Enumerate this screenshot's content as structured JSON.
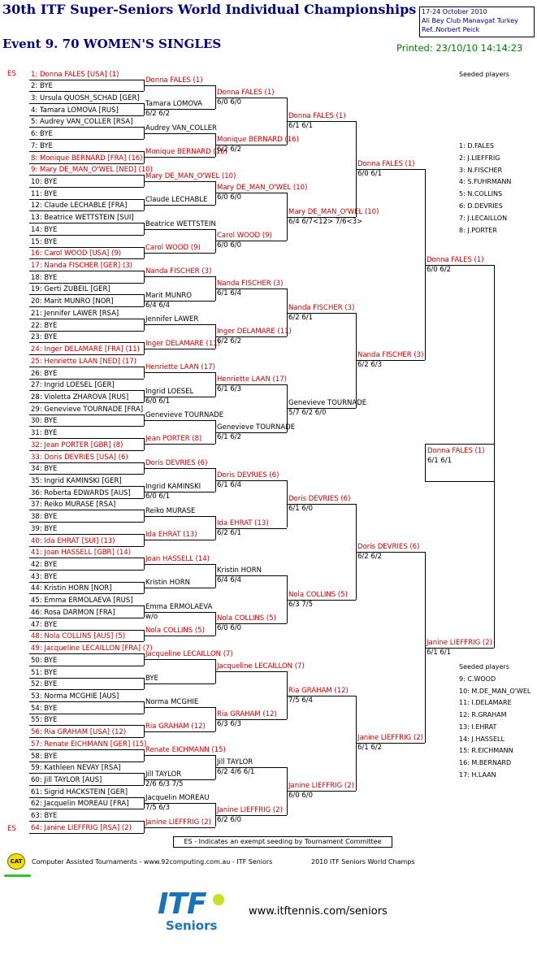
{
  "header": {
    "title": "30th ITF Super-Seniors World Individual Championships",
    "event": "Event 9. 70 WOMEN'S SINGLES",
    "info": [
      "17-24 October 2010",
      "Ali Bey Club Manavgat   Turkey",
      "Ref..Norbert Peick"
    ],
    "printed": "Printed: 23/10/10 14:14:23"
  },
  "exempt_marks": [
    "ES",
    "ES"
  ],
  "round1": [
    {
      "text": "1: Donna FALES [USA] (1)",
      "red": true
    },
    {
      "text": "2: BYE",
      "red": false
    },
    {
      "text": "3: Ursula QUOSH_SCHAD [GER]",
      "red": false
    },
    {
      "text": "4: Tamara LOMOVA [RUS]",
      "red": false
    },
    {
      "text": "5: Audrey VAN_COLLER [RSA]",
      "red": false
    },
    {
      "text": "6: BYE",
      "red": false
    },
    {
      "text": "7: BYE",
      "red": false
    },
    {
      "text": "8: Monique BERNARD [FRA] (16)",
      "red": true
    },
    {
      "text": "9: Mary DE_MAN_O'WEL [NED] (10)",
      "red": true
    },
    {
      "text": "10: BYE",
      "red": false
    },
    {
      "text": "11: BYE",
      "red": false
    },
    {
      "text": "12: Claude LECHABLE [FRA]",
      "red": false
    },
    {
      "text": "13: Beatrice WETTSTEIN [SUI]",
      "red": false
    },
    {
      "text": "14: BYE",
      "red": false
    },
    {
      "text": "15: BYE",
      "red": false
    },
    {
      "text": "16: Carol WOOD [USA] (9)",
      "red": true
    },
    {
      "text": "17: Nanda FISCHER [GER] (3)",
      "red": true
    },
    {
      "text": "18: BYE",
      "red": false
    },
    {
      "text": "19: Gerti ZUBEIL [GER]",
      "red": false
    },
    {
      "text": "20: Marit MUNRO [NOR]",
      "red": false
    },
    {
      "text": "21: Jennifer LAWER [RSA]",
      "red": false
    },
    {
      "text": "22: BYE",
      "red": false
    },
    {
      "text": "23: BYE",
      "red": false
    },
    {
      "text": "24: Inger DELAMARE [FRA] (11)",
      "red": true
    },
    {
      "text": "25: Henriette LAAN [NED] (17)",
      "red": true
    },
    {
      "text": "26: BYE",
      "red": false
    },
    {
      "text": "27: Ingrid LOESEL [GER]",
      "red": false
    },
    {
      "text": "28: Violetta ZHAROVA [RUS]",
      "red": false
    },
    {
      "text": "29: Genevieve TOURNADE [FRA]",
      "red": false
    },
    {
      "text": "30: BYE",
      "red": false
    },
    {
      "text": "31: BYE",
      "red": false
    },
    {
      "text": "32: Jean PORTER [GBR] (8)",
      "red": true
    },
    {
      "text": "33: Doris DEVRIES [USA] (6)",
      "red": true
    },
    {
      "text": "34: BYE",
      "red": false
    },
    {
      "text": "35: Ingrid KAMINSKI [GER]",
      "red": false
    },
    {
      "text": "36: Roberta EDWARDS [AUS]",
      "red": false
    },
    {
      "text": "37: Reiko MURASE [RSA]",
      "red": false
    },
    {
      "text": "38: BYE",
      "red": false
    },
    {
      "text": "39: BYE",
      "red": false
    },
    {
      "text": "40: Ida EHRAT [SUI] (13)",
      "red": true
    },
    {
      "text": "41: Joan HASSELL [GBR] (14)",
      "red": true
    },
    {
      "text": "42: BYE",
      "red": false
    },
    {
      "text": "43: BYE",
      "red": false
    },
    {
      "text": "44: Kristin HORN [NOR]",
      "red": false
    },
    {
      "text": "45: Emma ERMOLAEVA [RUS]",
      "red": false
    },
    {
      "text": "46: Rosa DARMON [FRA]",
      "red": false
    },
    {
      "text": "47: BYE",
      "red": false
    },
    {
      "text": "48: Nola COLLINS [AUS] (5)",
      "red": true
    },
    {
      "text": "49: Jacqueline LECAILLON [FRA] (7)",
      "red": true
    },
    {
      "text": "50: BYE",
      "red": false
    },
    {
      "text": "51: BYE",
      "red": false
    },
    {
      "text": "52: BYE",
      "red": false
    },
    {
      "text": "53: Norma MCGHIE [AUS]",
      "red": false
    },
    {
      "text": "54: BYE",
      "red": false
    },
    {
      "text": "55: BYE",
      "red": false
    },
    {
      "text": "56: Ria GRAHAM [USA] (12)",
      "red": true
    },
    {
      "text": "57: Renate EICHMANN [GER] (15)",
      "red": true
    },
    {
      "text": "58: BYE",
      "red": false
    },
    {
      "text": "59: Kathleen NEVAY [RSA]",
      "red": false
    },
    {
      "text": "60: Jill TAYLOR [AUS]",
      "red": false
    },
    {
      "text": "61: Sigrid HACKSTEIN [GER]",
      "red": false
    },
    {
      "text": "62: Jacquelin MOREAU [FRA]",
      "red": false
    },
    {
      "text": "63: BYE",
      "red": false
    },
    {
      "text": "64: Janine LIEFFRIG [RSA] (2)",
      "red": true
    }
  ],
  "round2": [
    {
      "name": "Donna FALES (1)",
      "score": "",
      "red": true
    },
    {
      "name": "Tamara LOMOVA",
      "score": "6/2 6/2",
      "red": false
    },
    {
      "name": "Audrey VAN_COLLER",
      "score": "",
      "red": false
    },
    {
      "name": "Monique BERNARD (16)",
      "score": "",
      "red": true
    },
    {
      "name": "Mary DE_MAN_O'WEL (10)",
      "score": "",
      "red": true
    },
    {
      "name": "Claude LECHABLE",
      "score": "",
      "red": false
    },
    {
      "name": "Beatrice WETTSTEIN",
      "score": "",
      "red": false
    },
    {
      "name": "Carol WOOD (9)",
      "score": "",
      "red": true
    },
    {
      "name": "Nanda FISCHER (3)",
      "score": "",
      "red": true
    },
    {
      "name": "Marit MUNRO",
      "score": "6/4 6/4",
      "red": false
    },
    {
      "name": "Jennifer LAWER",
      "score": "",
      "red": false
    },
    {
      "name": "Inger DELAMARE (11)",
      "score": "",
      "red": true
    },
    {
      "name": "Henriette LAAN (17)",
      "score": "",
      "red": true
    },
    {
      "name": "Ingrid LOESEL",
      "score": "6/0 6/1",
      "red": false
    },
    {
      "name": "Genevieve TOURNADE",
      "score": "",
      "red": false
    },
    {
      "name": "Jean PORTER (8)",
      "score": "",
      "red": true
    },
    {
      "name": "Doris DEVRIES (6)",
      "score": "",
      "red": true
    },
    {
      "name": "Ingrid KAMINSKI",
      "score": "6/0 6/1",
      "red": false
    },
    {
      "name": "Reiko MURASE",
      "score": "",
      "red": false
    },
    {
      "name": "Ida EHRAT (13)",
      "score": "",
      "red": true
    },
    {
      "name": "Joan HASSELL (14)",
      "score": "",
      "red": true
    },
    {
      "name": "Kristin HORN",
      "score": "",
      "red": false
    },
    {
      "name": "Emma ERMOLAEVA",
      "score": "w/o",
      "red": false
    },
    {
      "name": "Nola COLLINS (5)",
      "score": "",
      "red": true
    },
    {
      "name": "Jacqueline LECAILLON (7)",
      "score": "",
      "red": true
    },
    {
      "name": "BYE",
      "score": "",
      "red": false
    },
    {
      "name": "Norma MCGHIE",
      "score": "",
      "red": false
    },
    {
      "name": "Ria GRAHAM (12)",
      "score": "",
      "red": true
    },
    {
      "name": "Renate EICHMANN (15)",
      "score": "",
      "red": true
    },
    {
      "name": "Jill TAYLOR",
      "score": "2/6 6/3 7/5",
      "red": false
    },
    {
      "name": "Jacquelin MOREAU",
      "score": "7/5 6/3",
      "red": false
    },
    {
      "name": "Janine LIEFFRIG (2)",
      "score": "",
      "red": true
    }
  ],
  "round3": [
    {
      "name": "Donna FALES (1)",
      "score": "6/0 6/0",
      "red": true
    },
    {
      "name": "Monique BERNARD (16)",
      "score": "6/2 6/2",
      "red": true
    },
    {
      "name": "Mary DE_MAN_O'WEL (10)",
      "score": "6/0 6/0",
      "red": true
    },
    {
      "name": "Carol WOOD (9)",
      "score": "6/0 6/0",
      "red": true
    },
    {
      "name": "Nanda FISCHER (3)",
      "score": "6/1 6/4",
      "red": true
    },
    {
      "name": "Inger DELAMARE (11)",
      "score": "6/2 6/2",
      "red": true
    },
    {
      "name": "Henriette LAAN (17)",
      "score": "6/1 6/3",
      "red": true
    },
    {
      "name": "Genevieve TOURNADE",
      "score": "6/1 6/2",
      "red": false
    },
    {
      "name": "Doris DEVRIES (6)",
      "score": "6/1 6/4",
      "red": true
    },
    {
      "name": "Ida EHRAT (13)",
      "score": "6/2 6/1",
      "red": true
    },
    {
      "name": "Kristin HORN",
      "score": "6/4 6/4",
      "red": false
    },
    {
      "name": "Nola COLLINS (5)",
      "score": "6/0 6/0",
      "red": true
    },
    {
      "name": "Jacqueline LECAILLON (7)",
      "score": "",
      "red": true
    },
    {
      "name": "Ria GRAHAM (12)",
      "score": "6/3 6/3",
      "red": true
    },
    {
      "name": "Jill TAYLOR",
      "score": "6/2 4/6 6/1",
      "red": false
    },
    {
      "name": "Janine LIEFFRIG (2)",
      "score": "6/2 6/0",
      "red": true
    }
  ],
  "round4": [
    {
      "name": "Donna FALES (1)",
      "score": "6/1 6/1",
      "red": true
    },
    {
      "name": "Mary DE_MAN_O'WEL (10)",
      "score": "6/4 6/7<12> 7/6<3>",
      "red": true
    },
    {
      "name": "Nanda FISCHER (3)",
      "score": "6/2 6/1",
      "red": true
    },
    {
      "name": "Genevieve TOURNADE",
      "score": "5/7 6/2 6/0",
      "red": false
    },
    {
      "name": "Doris DEVRIES (6)",
      "score": "6/1 6/0",
      "red": true
    },
    {
      "name": "Nola COLLINS (5)",
      "score": "6/3 7/5",
      "red": true
    },
    {
      "name": "Ria GRAHAM (12)",
      "score": "7/5 6/4",
      "red": true
    },
    {
      "name": "Janine LIEFFRIG (2)",
      "score": "6/0 6/0",
      "red": true
    }
  ],
  "round5": [
    {
      "name": "Donna FALES (1)",
      "score": "6/0 6/1",
      "red": true
    },
    {
      "name": "Nanda FISCHER (3)",
      "score": "6/2 6/3",
      "red": true
    },
    {
      "name": "Doris DEVRIES (6)",
      "score": "6/2 6/2",
      "red": true
    },
    {
      "name": "Janine LIEFFRIG (2)",
      "score": "6/1 6/2",
      "red": true
    }
  ],
  "round6": [
    {
      "name": "Donna FALES (1)",
      "score": "6/0 6/2",
      "red": true
    },
    {
      "name": "Janine LIEFFRIG (2)",
      "score": "6/1 6/1",
      "red": true
    }
  ],
  "final": {
    "name": "Donna FALES (1)",
    "score": "6/1 6/1",
    "red": true
  },
  "seeded1": {
    "title": "Seeded players",
    "items": [
      "1: D.FALES",
      "2: J.LIEFFRIG",
      "3: N.FISCHER",
      "4: S.FUHRMANN",
      "5: N.COLLINS",
      "6: D.DEVRIES",
      "7: J.LECAILLON",
      "8: J.PORTER"
    ]
  },
  "seeded2": {
    "title": "Seeded players",
    "items": [
      "9: C.WOOD",
      "10: M.DE_MAN_O'WEL",
      "11: I.DELAMARE",
      "12: R.GRAHAM",
      "13: I.EHRAT",
      "14: J.HASSELL",
      "15: R.EICHMANN",
      "16: M.BERNARD",
      "17: H.LAAN"
    ]
  },
  "footnote": "ES - Indicates an exempt seeding by Tournament Committee",
  "footer": {
    "cat_badge": "CAT",
    "computer": "Computer Assisted Tournaments - www.92computing.com.au -  ITF Seniors",
    "champs": "2010 ITF Seniors World Champs",
    "logo_main": "ITF",
    "logo_sub": "Seniors",
    "url": "www.itftennis.com/seniors"
  },
  "colors": {
    "title": "#000080",
    "printed": "#008000",
    "seed_red": "#cc0000",
    "logo_blue": "#1a73b8"
  }
}
